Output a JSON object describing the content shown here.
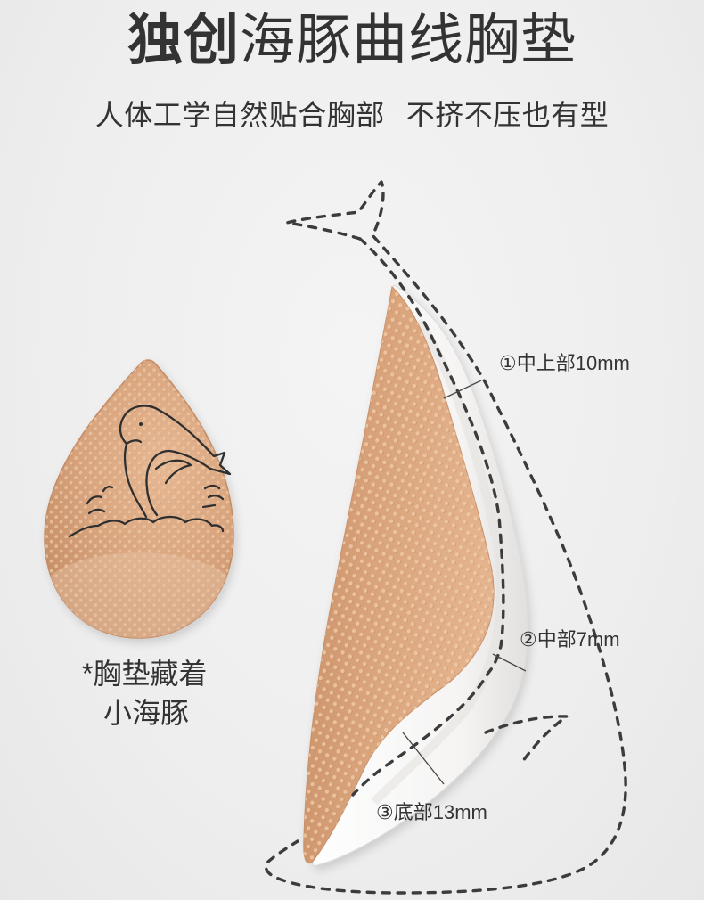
{
  "title": {
    "emphasis": "独创",
    "rest": "海豚曲线胸垫"
  },
  "subtitle": {
    "left": "人体工学自然贴合胸部",
    "right": "不挤不压也有型"
  },
  "left_caption": {
    "line1": "*胸垫藏着",
    "line2": "小海豚"
  },
  "thickness_callouts": [
    {
      "marker": "①",
      "zone": "中上部",
      "thickness": "10mm"
    },
    {
      "marker": "②",
      "zone": "中部",
      "thickness": "7mm"
    },
    {
      "marker": "③",
      "zone": "底部",
      "thickness": "13mm"
    }
  ],
  "colors": {
    "text": "#333333",
    "dashed_outline": "#3c3c3c",
    "pad_tan": "#d9a47c",
    "pad_lining_white": "#f6f5f4",
    "background": "#eeeeee"
  }
}
